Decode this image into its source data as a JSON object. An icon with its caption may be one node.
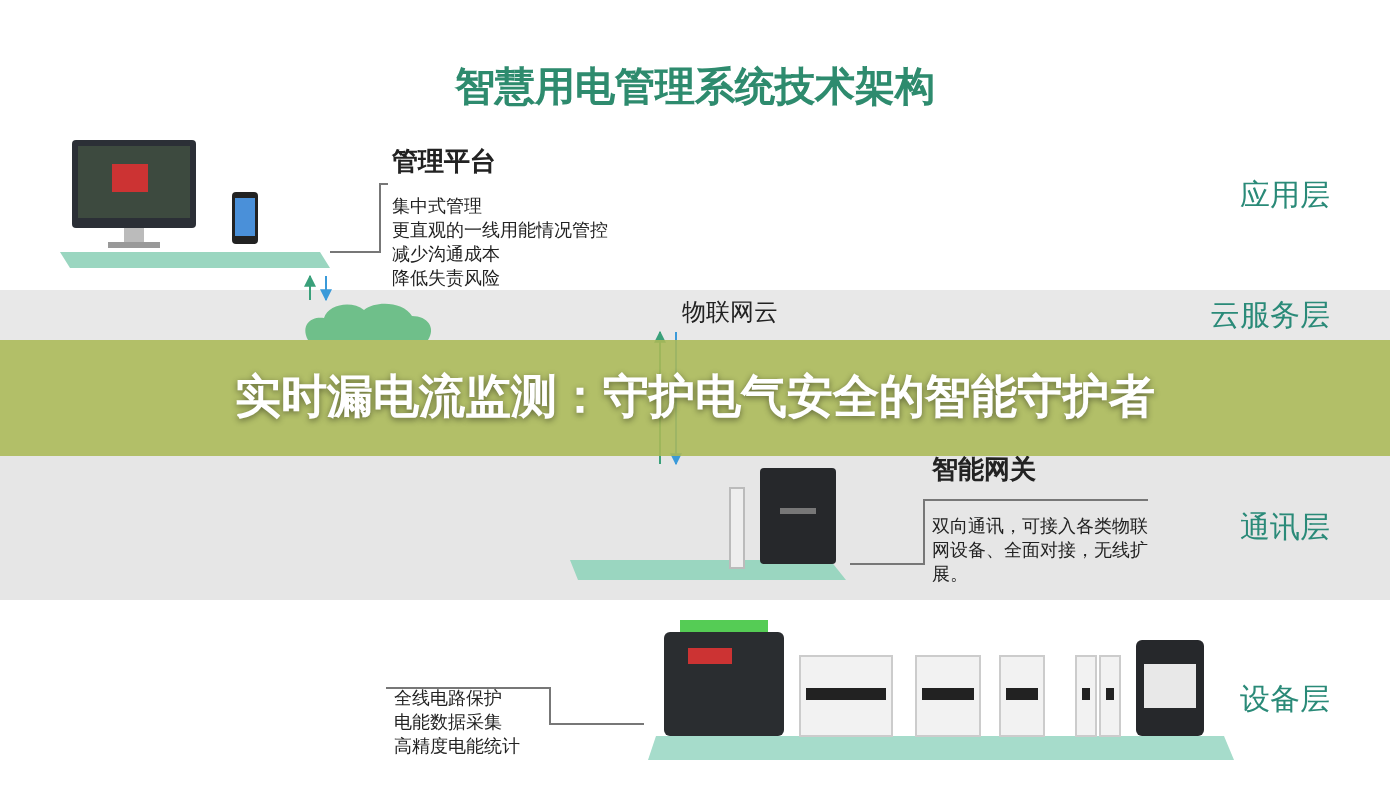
{
  "diagram": {
    "title": "智慧用电管理系统技术架构",
    "nodes": [
      {
        "text": [
          "应用层"
        ]
      },
      {
        "text": [
          "云服务层"
        ]
      },
      {
        "text": [
          "通讯层"
        ]
      },
      {
        "text": [
          "设备层"
        ]
      },
      {
        "text": [],
        "shape": "picture",
        "in": 0
      },
      {
        "text": [
          "管理平台",
          "集中式管理",
          "更直观的一线用能情况管控",
          "减少沟通成本",
          "降低失责风险"
        ],
        "in": 0
      },
      {
        "text": [
          "物联网云"
        ],
        "in": 1
      },
      {
        "text": [],
        "shape": "cloud",
        "in": 1
      },
      {
        "text": [],
        "shape": "picture",
        "in": 2
      },
      {
        "text": [
          "智能网关",
          "双向通讯，可接入各类物联网设备、全面对接，无线扩展。"
        ],
        "in": 2
      },
      {
        "text": [],
        "shape": "picture",
        "in": 3
      },
      {
        "text": [
          "全线电路保护",
          "电能数据采集",
          "高精度电能统计"
        ],
        "in": 3
      }
    ],
    "edges": [
      {
        "from": 7,
        "to": 4,
        "arrow": "to",
        "color": "#3aa07a"
      },
      {
        "from": 4,
        "to": 7,
        "arrow": "to",
        "color": "#3a9ad9"
      },
      {
        "from": 8,
        "to": 6,
        "arrow": "to",
        "color": "#3aa07a"
      },
      {
        "from": 6,
        "to": 8,
        "arrow": "to",
        "color": "#3a9ad9"
      },
      {
        "from": 5,
        "to": 4,
        "arrow": "none"
      },
      {
        "from": 9,
        "to": 8,
        "arrow": "none"
      },
      {
        "from": 11,
        "to": 10,
        "arrow": "none"
      }
    ],
    "labels": [
      "实时漏电流监测：守护电气安全的智能守护者"
    ]
  }
}
